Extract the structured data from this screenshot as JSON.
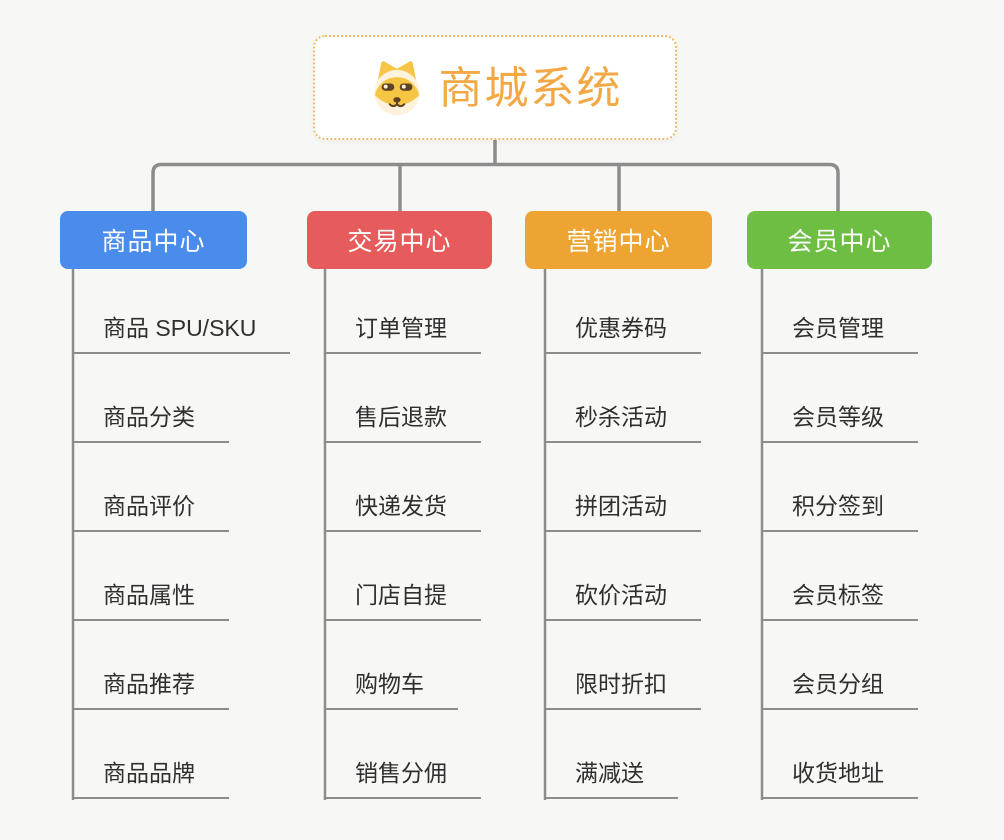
{
  "root": {
    "title": "商城系统",
    "icon": "doge-icon"
  },
  "branches": [
    {
      "label": "商品中心",
      "color": "#4A8CEC",
      "children": [
        "商品 SPU/SKU",
        "商品分类",
        "商品评价",
        "商品属性",
        "商品推荐",
        "商品品牌"
      ]
    },
    {
      "label": "交易中心",
      "color": "#E65C5C",
      "children": [
        "订单管理",
        "售后退款",
        "快递发货",
        "门店自提",
        "购物车",
        "销售分佣"
      ]
    },
    {
      "label": "营销中心",
      "color": "#EDA433",
      "children": [
        "优惠券码",
        "秒杀活动",
        "拼团活动",
        "砍价活动",
        "限时折扣",
        "满减送"
      ]
    },
    {
      "label": "会员中心",
      "color": "#6EBE44",
      "children": [
        "会员管理",
        "会员等级",
        "积分签到",
        "会员标签",
        "会员分组",
        "收货地址"
      ]
    }
  ],
  "colors": {
    "background": "#F7F7F5",
    "connector": "#8C8C8C",
    "leaf_text": "#2F2F2F",
    "root_title": "#F2A845",
    "root_border": "#F0BB66"
  }
}
